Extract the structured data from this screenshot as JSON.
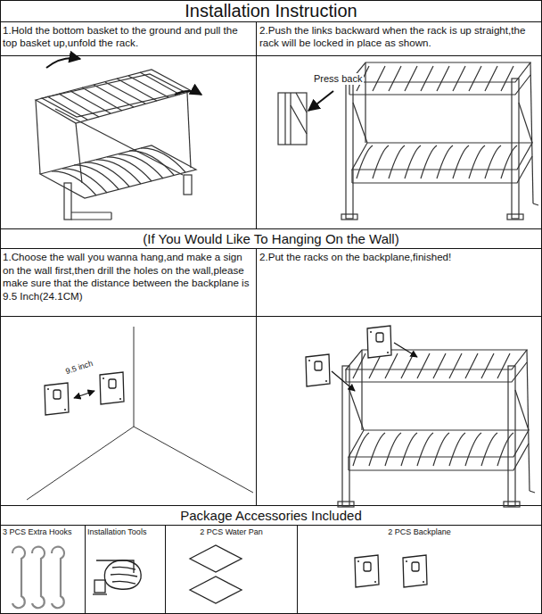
{
  "diagram": {
    "title": "Installation Instruction",
    "nodes": [
      {
        "text": [
          "1.Hold the bottom basket to the ground and pull the top basket up,unfold the rack."
        ]
      },
      {
        "text": [
          "2.Push the links backward when the rack is up straight,the rack will be locked in place as shown."
        ]
      },
      {
        "text": [
          "(If You Would Like To Hanging On the Wall)"
        ]
      },
      {
        "text": [
          "1.Choose the wall you wanna hang,and make a sign on the wall first,then drill the holes on the wall,please make sure that the distance between the backplane is 9.5 Inch(24.1CM)"
        ]
      },
      {
        "text": [
          "2.Put the racks on the backplane,finished!"
        ]
      },
      {
        "text": [
          "Package Accessories Included"
        ]
      },
      {
        "text": [
          "3 PCS Extra Hooks"
        ]
      },
      {
        "text": [
          "Installation Tools"
        ]
      },
      {
        "text": [
          "2 PCS Water Pan"
        ]
      },
      {
        "text": [
          "2 PCS Backplane"
        ]
      }
    ],
    "labels": [
      "Press back",
      "9.5 inch"
    ]
  }
}
